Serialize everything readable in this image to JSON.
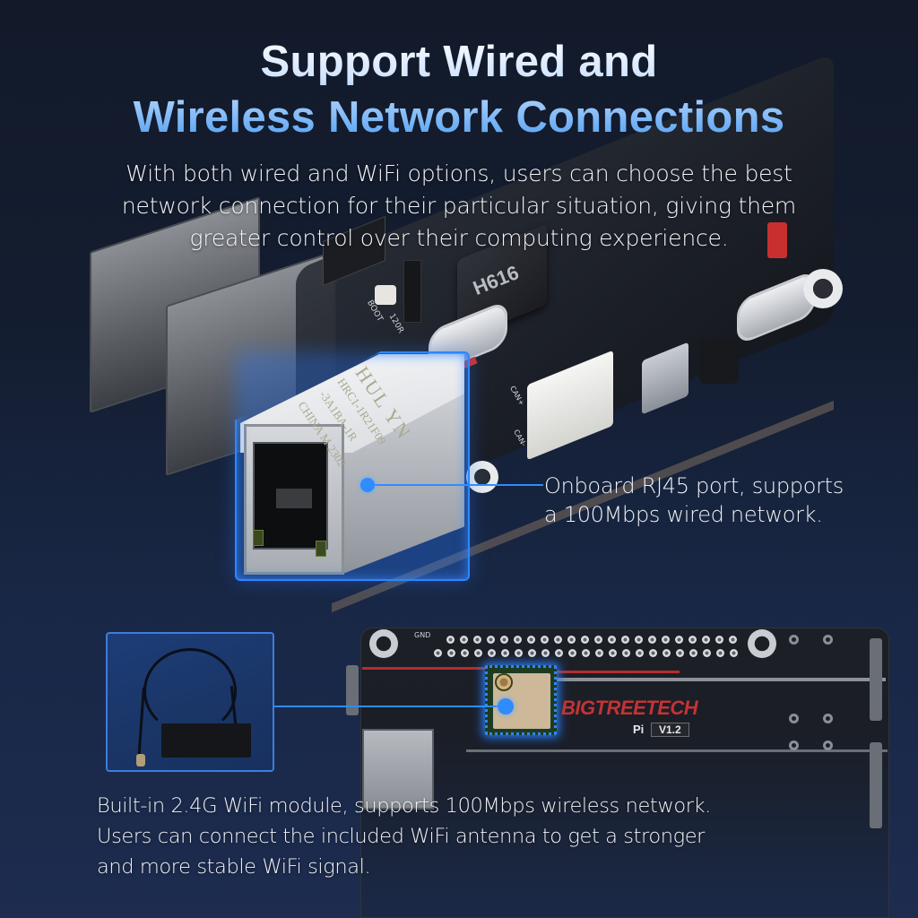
{
  "header": {
    "title_line1": "Support Wired and",
    "title_line2": "Wireless Network Connections",
    "subtitle_lines": [
      "With both wired and WiFi options, users can choose the best",
      "network connection for their particular situation, giving them",
      "greater control over their computing experience."
    ]
  },
  "wired_section": {
    "callout_lines": [
      "Onboard RJ45 port, supports",
      "a 100Mbps wired network."
    ],
    "rj45_engraving": {
      "brand": "HUL YN",
      "part_line1": "HRC1-1R21F09",
      "part_line2": "-3A1BA-1R",
      "origin": "CHINA  M 2302"
    },
    "board_labels": {
      "soc": "H616",
      "boot_label": "BOOT",
      "can_plus": "CAN+",
      "can_minus": "CAN-",
      "resistor": "120R"
    }
  },
  "wireless_section": {
    "callout_lines": [
      "Built-in 2.4G WiFi module, supports 100Mbps wireless network.",
      "Users can connect the included WiFi antenna to get a stronger",
      "and more stable WiFi signal."
    ],
    "board_brand": "BIGTREETECH",
    "board_model": "Pi",
    "board_version": "V1.2",
    "gnd_label": "GND"
  },
  "colors": {
    "accent_blue": "#2f8cff",
    "title_gradient_top": "#ffffff",
    "title_gradient_bottom": "#4a9cf2",
    "brand_red": "#c23434",
    "background_top": "#121a2a",
    "background_bottom": "#1d2c4f"
  }
}
